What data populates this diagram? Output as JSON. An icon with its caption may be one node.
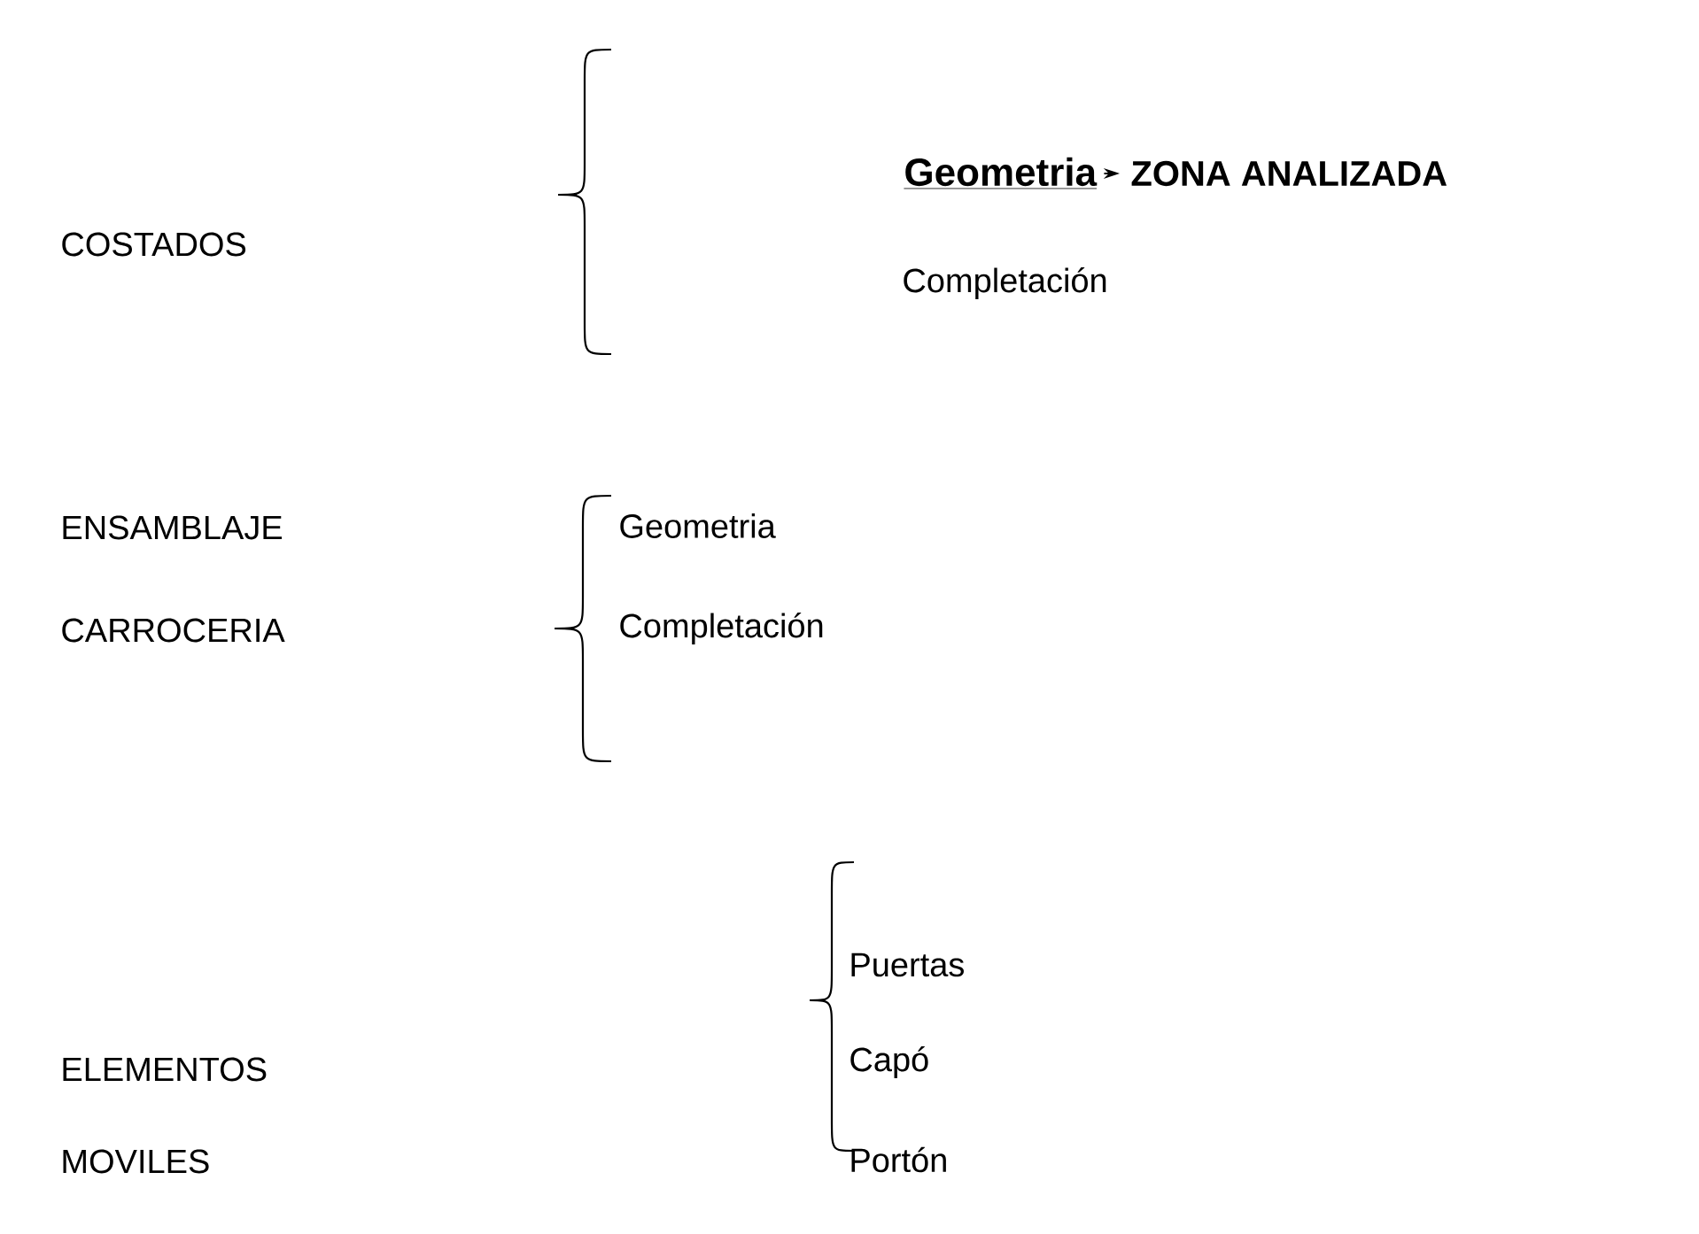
{
  "diagram": {
    "nodes": [
      {
        "text": [
          "Geometria"
        ]
      },
      {
        "text": [
          "ZONA ANALIZADA"
        ]
      }
    ],
    "edges": [
      {
        "from": 0,
        "to": 1,
        "arrow": "to"
      }
    ],
    "labels": [
      "COSTADOS",
      "Completación",
      "ENSAMBLAJE CARROCERIA",
      "Geometria",
      "Completación",
      "ELEMENTOS MOVILES",
      "Puertas",
      "Capó",
      "Portón"
    ]
  }
}
